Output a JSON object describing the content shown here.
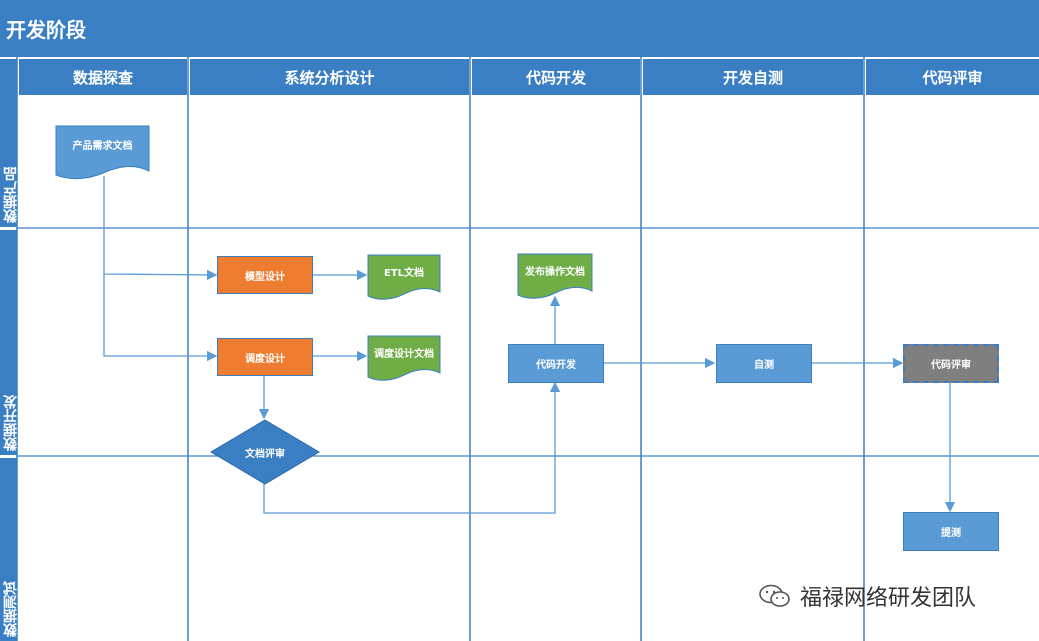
{
  "title": "开发阶段",
  "columns": [
    "数据探查",
    "系统分析设计",
    "代码开发",
    "开发自测",
    "代码评审"
  ],
  "lanes": [
    "数据产品",
    "数据开发",
    "数据测试"
  ],
  "nodes": {
    "product_req_doc": "产品需求文档",
    "model_design": "模型设计",
    "etl_doc": "ETL文档",
    "schedule_design": "调度设计",
    "schedule_design_doc": "调度设计文档",
    "doc_review": "文档评审",
    "release_doc": "发布操作文档",
    "code_dev": "代码开发",
    "self_test": "自测",
    "code_review": "代码评审",
    "qa_test": "提测"
  },
  "watermark": "福禄网络研发团队",
  "colors": {
    "header_blue": "#3a7fc4",
    "node_blue": "#5b9bd5",
    "node_orange": "#ee7d31",
    "doc_green": "#70ad47",
    "review_gray": "#7f7f7f",
    "connector": "#5b9bd5"
  }
}
